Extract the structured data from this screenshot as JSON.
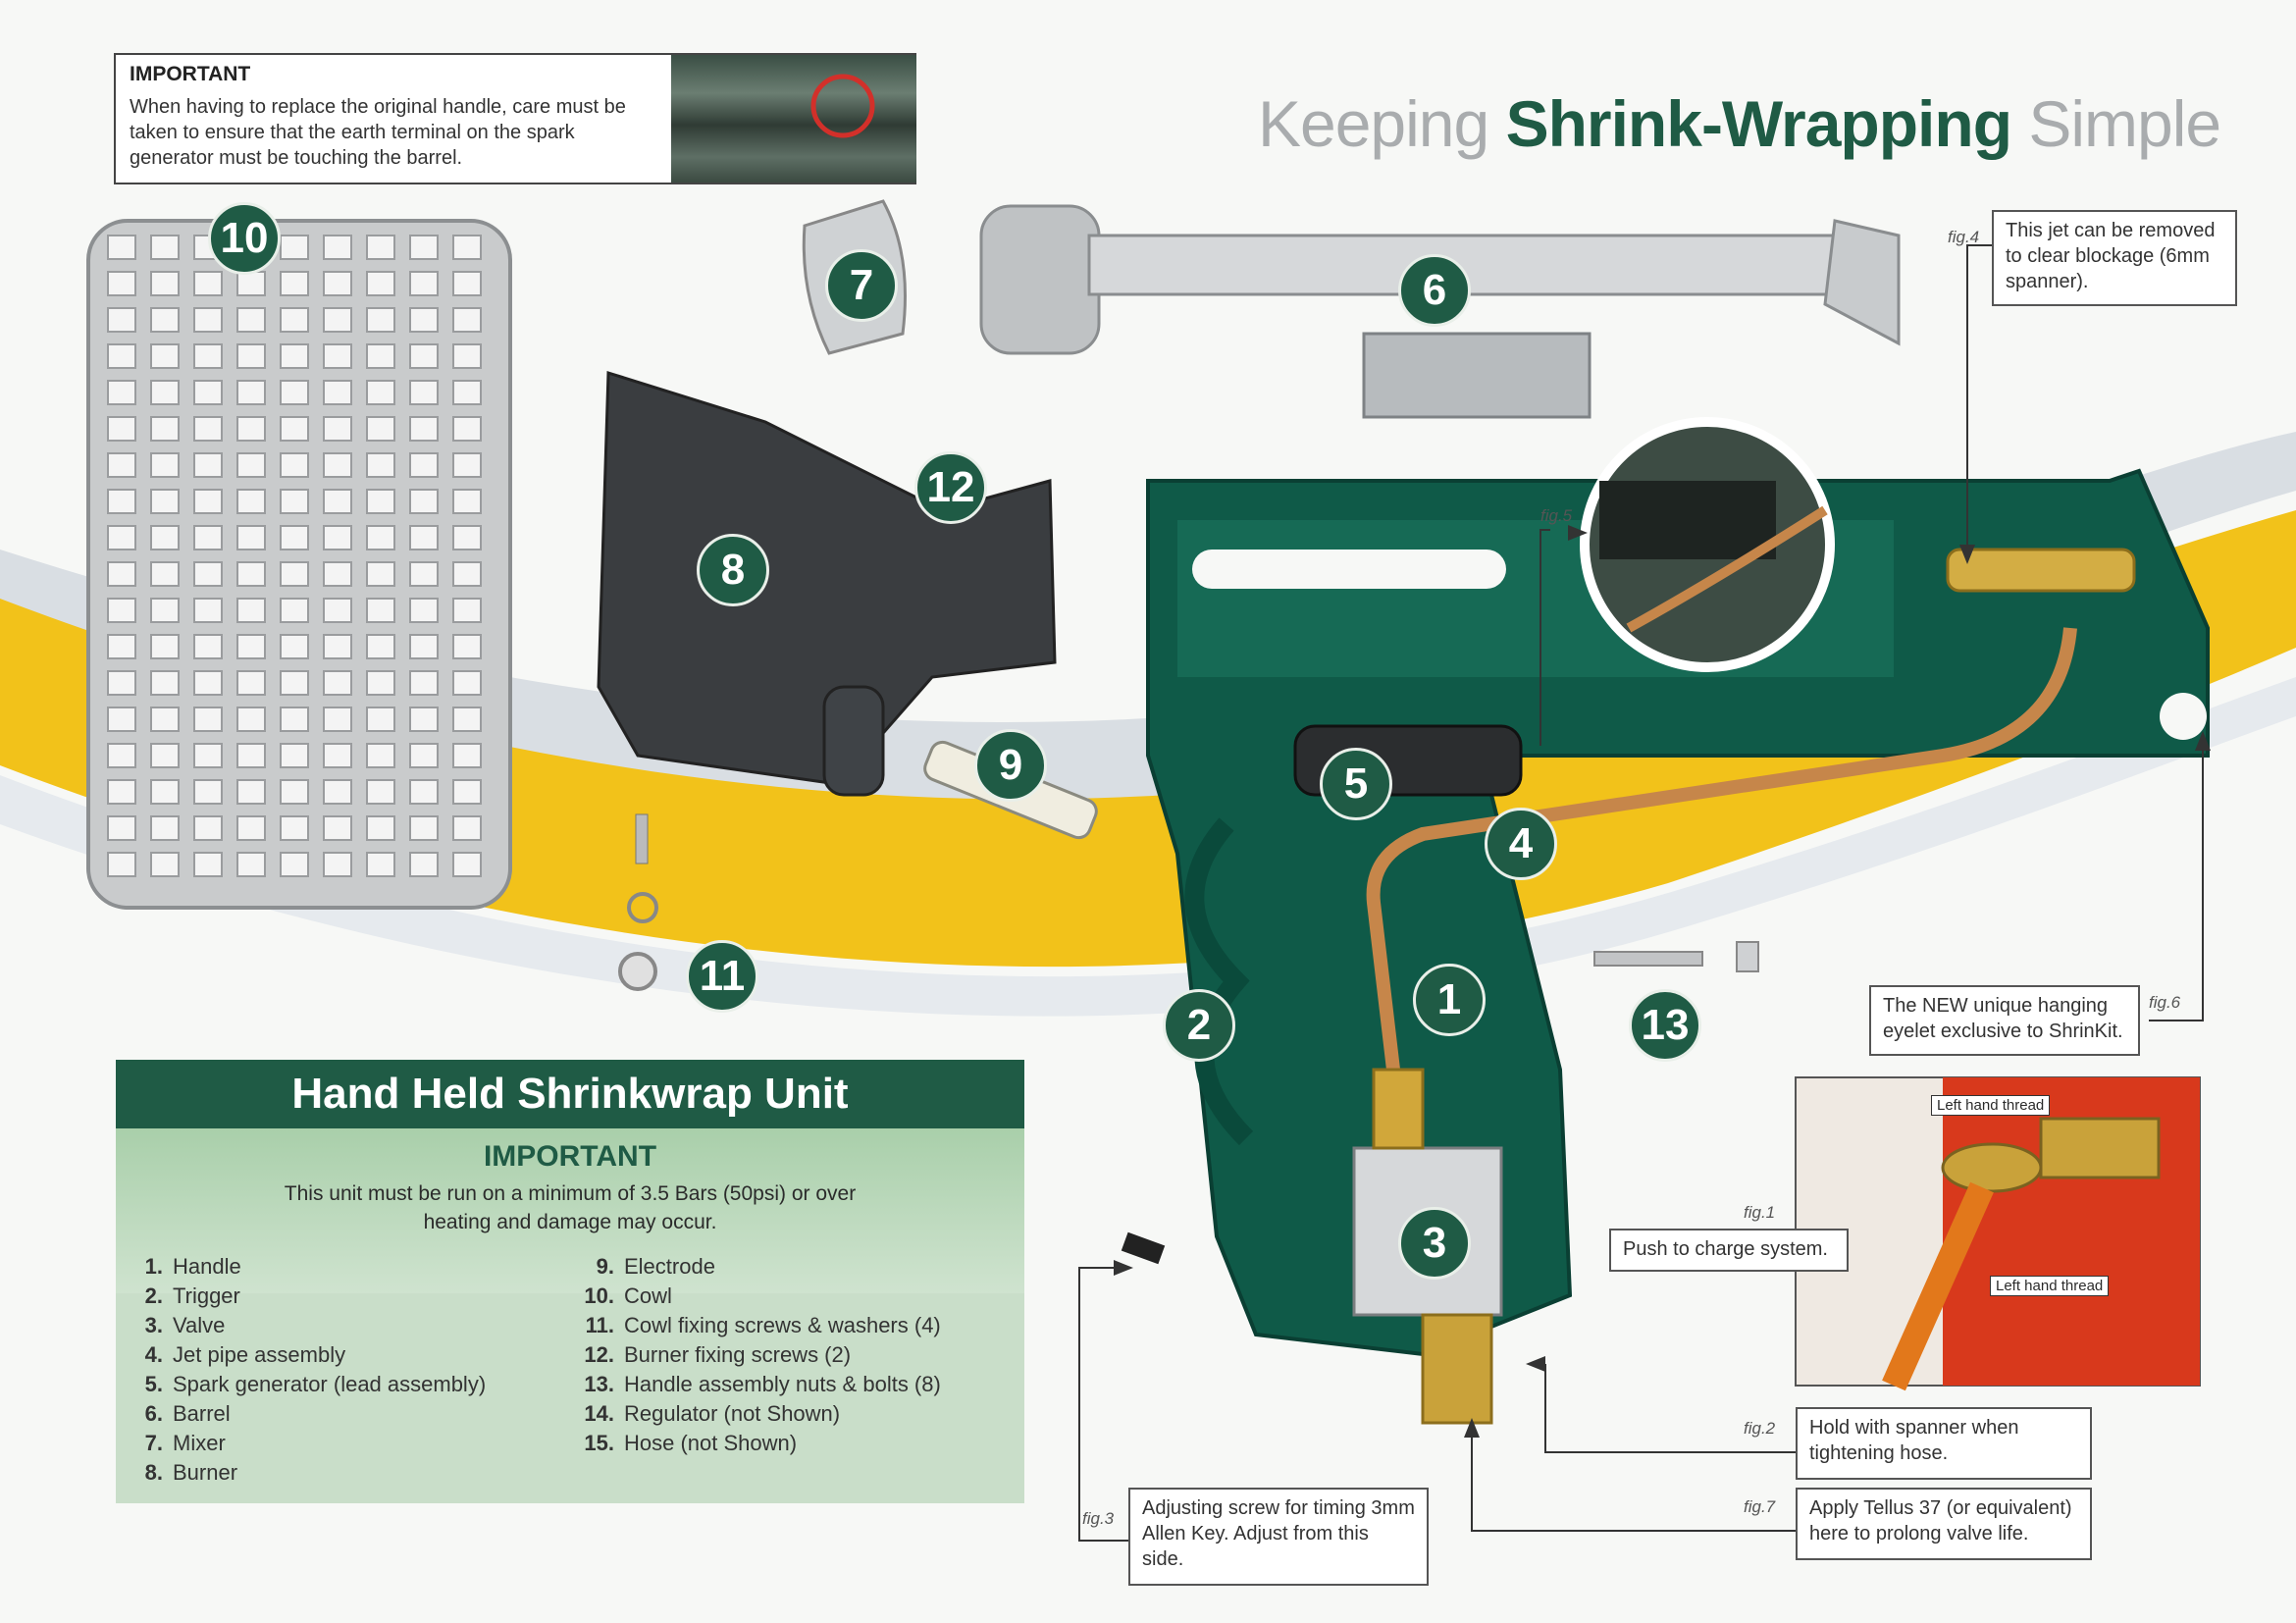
{
  "title": {
    "pre": "Keeping ",
    "bold": "Shrink-Wrapping",
    "post": " Simple"
  },
  "important_top": {
    "heading": "IMPORTANT",
    "text": "When having to replace the original handle, care must be taken to ensure that the earth terminal on the spark generator must be touching the barrel."
  },
  "badges": [
    "1",
    "2",
    "3",
    "4",
    "5",
    "6",
    "7",
    "8",
    "9",
    "10",
    "11",
    "12",
    "13"
  ],
  "callouts": {
    "fig4": {
      "tag": "fig.4",
      "text": "This jet can be removed to clear blockage (6mm spanner)."
    },
    "fig5": {
      "tag": "fig.5"
    },
    "fig6": {
      "tag": "fig.6",
      "text": "The NEW unique hanging eyelet exclusive to ShrinKit."
    },
    "fig1": {
      "tag": "fig.1",
      "text": "Push to charge system."
    },
    "fig2": {
      "tag": "fig.2",
      "text": "Hold with spanner when tightening hose."
    },
    "fig7": {
      "tag": "fig.7",
      "text": "Apply Tellus 37 (or equivalent) here to prolong valve life."
    },
    "fig3": {
      "tag": "fig.3",
      "text": "Adjusting screw for timing 3mm Allen Key. Adjust from this side."
    }
  },
  "photo_labels": {
    "upper": "Left hand thread",
    "lower": "Left hand thread"
  },
  "panel": {
    "heading": "Hand Held Shrinkwrap Unit",
    "sub_heading": "IMPORTANT",
    "warning": "This unit must  be run on a minimum of 3.5 Bars (50psi) or over heating and damage may occur.",
    "parts_left": [
      {
        "n": "1.",
        "label": "Handle"
      },
      {
        "n": "2.",
        "label": "Trigger"
      },
      {
        "n": "3.",
        "label": "Valve"
      },
      {
        "n": "4.",
        "label": "Jet pipe assembly"
      },
      {
        "n": "5.",
        "label": "Spark generator (lead assembly)"
      },
      {
        "n": "6.",
        "label": "Barrel"
      },
      {
        "n": "7.",
        "label": "Mixer"
      },
      {
        "n": "8.",
        "label": "Burner"
      }
    ],
    "parts_right": [
      {
        "n": "9.",
        "label": "Electrode"
      },
      {
        "n": "10.",
        "label": "Cowl"
      },
      {
        "n": "11.",
        "label": "Cowl fixing screws & washers (4)"
      },
      {
        "n": "12.",
        "label": "Burner fixing screws (2)"
      },
      {
        "n": "13.",
        "label": "Handle assembly nuts & bolts (8)"
      },
      {
        "n": "14.",
        "label": "Regulator (not Shown)"
      },
      {
        "n": "15.",
        "label": "Hose (not Shown)"
      }
    ]
  },
  "colors": {
    "brand_green": "#1f5b45",
    "swoosh_yellow": "#f2c21a",
    "panel_green": "#c9dec9",
    "cylinder_red": "#d8391c"
  }
}
